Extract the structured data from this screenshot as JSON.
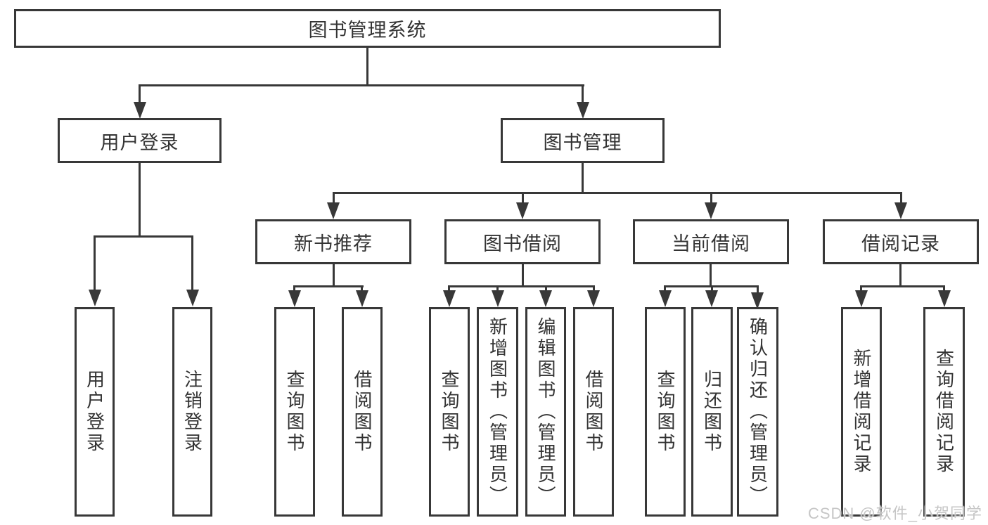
{
  "diagram": {
    "type": "hierarchy-tree",
    "title": "图书管理系统"
  },
  "nodes": {
    "root": {
      "label": "图书管理系统"
    },
    "level2": [
      {
        "label": "用户登录"
      },
      {
        "label": "图书管理"
      }
    ],
    "level3": [
      {
        "label": "新书推荐"
      },
      {
        "label": "图书借阅"
      },
      {
        "label": "当前借阅"
      },
      {
        "label": "借阅记录"
      }
    ],
    "leaves": {
      "user_login": [
        "用户登录",
        "注销登录"
      ],
      "new_book": [
        "查询图书",
        "借阅图书"
      ],
      "book_borrow": [
        "查询图书",
        "新增图书（管理员）",
        "编辑图书（管理员）",
        "借阅图书"
      ],
      "current_borrow": [
        "查询图书",
        "归还图书",
        "确认归还（管理员）"
      ],
      "borrow_record": [
        "新增借阅记录",
        "查询借阅记录"
      ]
    }
  },
  "watermark": {
    "text": "CSDN @软件_小贺同学"
  },
  "colors": {
    "line": "#383838",
    "text": "#333333",
    "background": "#ffffff",
    "watermark": "#c6c6c6"
  }
}
